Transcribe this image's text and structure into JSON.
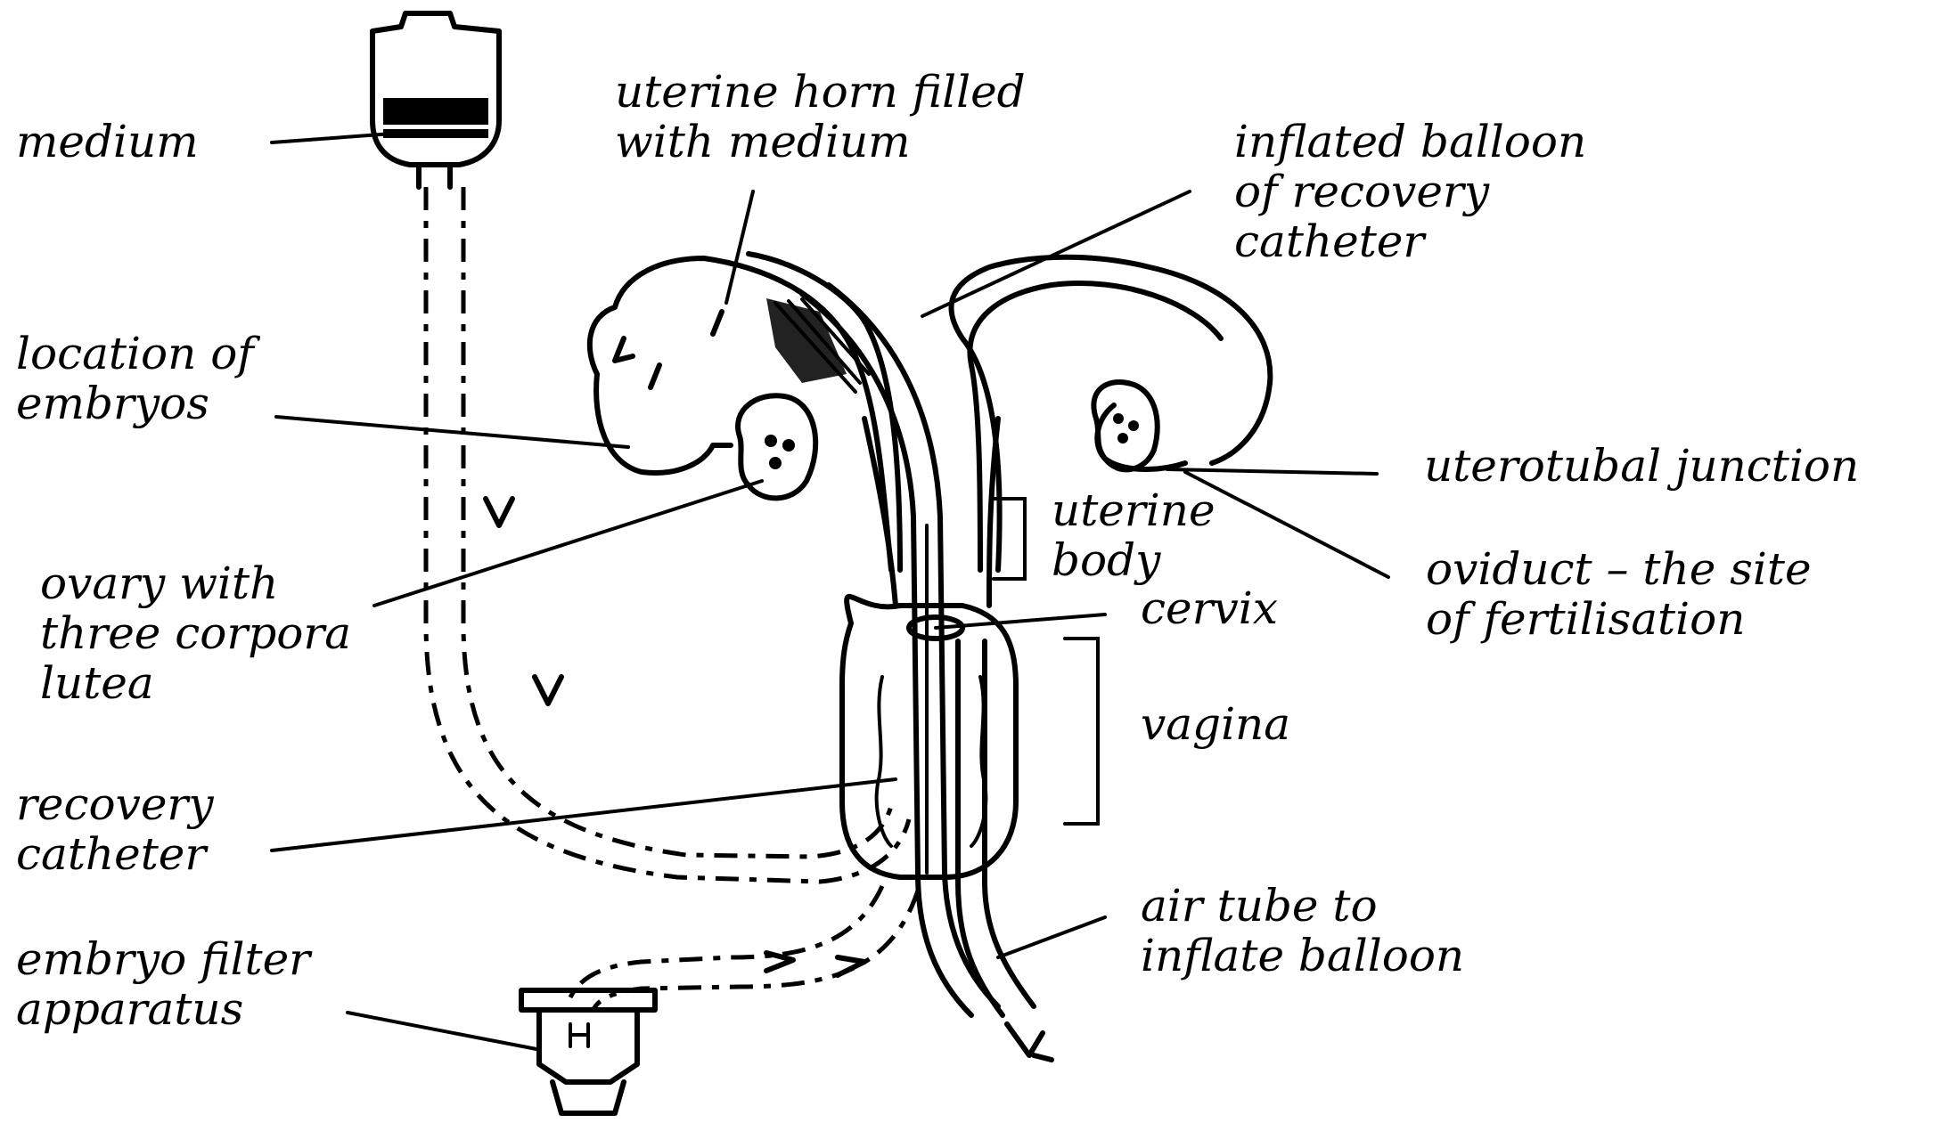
{
  "labels": {
    "medium": "medium",
    "uterine_horn_1": "uterine horn filled",
    "uterine_horn_2": "with medium",
    "balloon_1": "inflated balloon",
    "balloon_2": "of recovery",
    "balloon_3": "catheter",
    "location_1": "location of",
    "location_2": "embryos",
    "uterotubal": "uterotubal junction",
    "uterine_body_1": "uterine",
    "uterine_body_2": "body",
    "cervix": "cervix",
    "oviduct_1": "oviduct – the site",
    "oviduct_2": "of fertilisation",
    "ovary_1": "ovary with",
    "ovary_2": "three corpora",
    "ovary_3": "lutea",
    "vagina": "vagina",
    "recovery_1": "recovery",
    "recovery_2": "catheter",
    "air_1": "air tube to",
    "air_2": "inflate balloon",
    "filter_1": "embryo filter",
    "filter_2": "apparatus"
  },
  "colors": {
    "ink": "#000000",
    "background": "#ffffff"
  }
}
